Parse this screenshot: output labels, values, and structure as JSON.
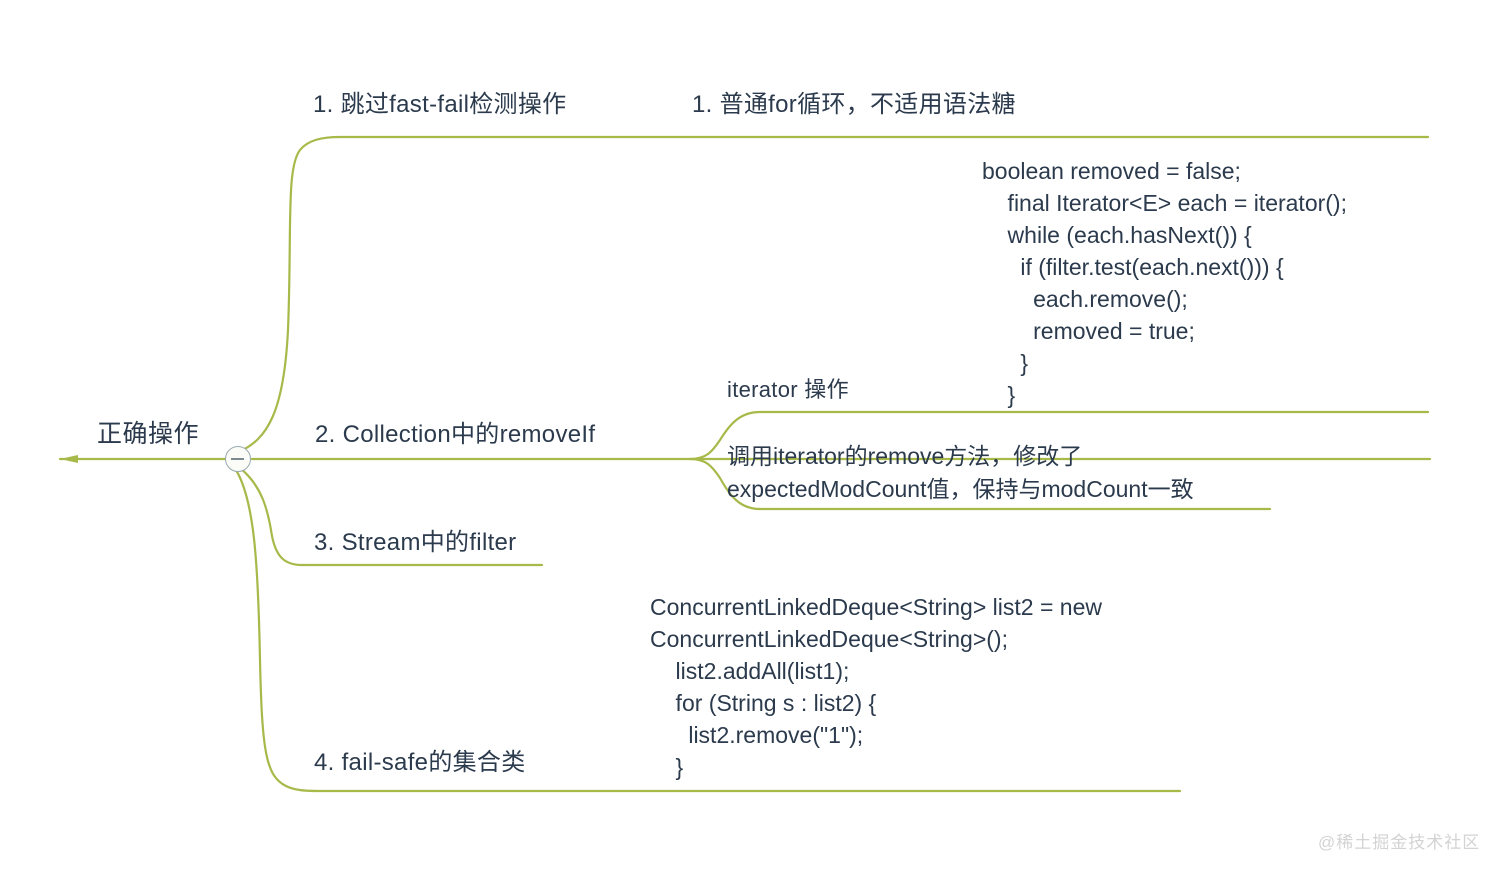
{
  "diagram": {
    "type": "mind-map",
    "title_node": "正确操作",
    "line_color": "#a7b949",
    "text_color": "#2b3a4c",
    "background": "#ffffff"
  },
  "root": {
    "label": "正确操作",
    "collapse_icon": "minus-circle-icon"
  },
  "branches": [
    {
      "id": "branch-1",
      "label": "1. 跳过fast-fail检测操作",
      "children": [
        {
          "id": "branch-1-1",
          "label": "1. 普通for循环，不适用语法糖",
          "code": "boolean removed = false;\n    final Iterator<E> each = iterator();\n    while (each.hasNext()) {\n      if (filter.test(each.next())) {\n        each.remove();\n        removed = true;\n      }\n    }"
        }
      ]
    },
    {
      "id": "branch-2",
      "label": "2. Collection中的removeIf",
      "children": [
        {
          "id": "branch-2-1",
          "label": "iterator 操作"
        },
        {
          "id": "branch-2-2",
          "label": "调用iterator的remove方法，修改了\nexpectedModCount值，保持与modCount一致"
        }
      ]
    },
    {
      "id": "branch-3",
      "label": "3. Stream中的filter",
      "children": []
    },
    {
      "id": "branch-4",
      "label": "4. fail-safe的集合类",
      "children": [
        {
          "id": "branch-4-1",
          "code": "ConcurrentLinkedDeque<String> list2 = new\nConcurrentLinkedDeque<String>();\n    list2.addAll(list1);\n    for (String s : list2) {\n      list2.remove(\"1\");\n    }"
        }
      ]
    }
  ],
  "watermark": {
    "text": "@稀土掘金技术社区"
  }
}
